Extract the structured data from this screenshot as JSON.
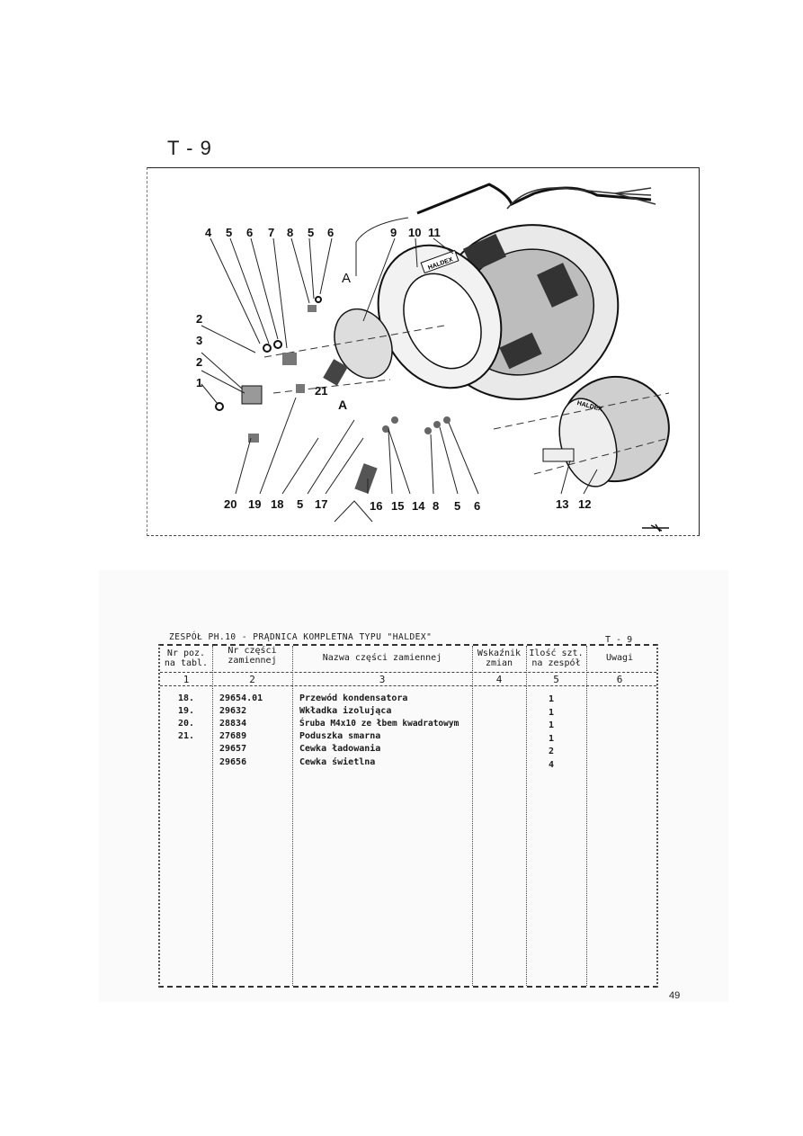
{
  "plate_code": "T - 9",
  "diagram": {
    "callouts_top": [
      "4",
      "5",
      "6",
      "7",
      "8",
      "5",
      "6",
      "9",
      "10",
      "11"
    ],
    "callouts_left": [
      "2",
      "3",
      "2",
      "1"
    ],
    "callouts_bottom": [
      "20",
      "19",
      "18",
      "5",
      "17",
      "16",
      "15",
      "14",
      "8",
      "5",
      "6",
      "13",
      "12"
    ],
    "view_label_1": "A",
    "view_label_2": "A",
    "view_label_3": "21",
    "nameplate_text": "HALDEX"
  },
  "table": {
    "title": "ZESPÓŁ PH.10 - PRĄDNICA KOMPLETNA TYPU \"HALDEX\"",
    "code": "T - 9",
    "headers": [
      {
        "line1": "Nr poz.",
        "line2": "na tabl."
      },
      {
        "line1": "Nr części",
        "line2": "zamiennej"
      },
      {
        "line1": "Nazwa części zamiennej",
        "line2": ""
      },
      {
        "line1": "Wskaźnik",
        "line2": "zmian"
      },
      {
        "line1": "Ilość szt.",
        "line2": "na zespół"
      },
      {
        "line1": "Uwagi",
        "line2": ""
      }
    ],
    "column_numbers": [
      "1",
      "2",
      "3",
      "4",
      "5",
      "6"
    ],
    "rows": [
      {
        "pos": "18.",
        "part": "29654.01",
        "name": "Przewód kondensatora",
        "change": "",
        "qty": "1",
        "notes": ""
      },
      {
        "pos": "19.",
        "part": "29632",
        "name": "Wkładka izolująca",
        "change": "",
        "qty": "1",
        "notes": ""
      },
      {
        "pos": "20.",
        "part": "28834",
        "name": "Śruba M4x10 ze łbem kwadratowym",
        "change": "",
        "qty": "1",
        "notes": ""
      },
      {
        "pos": "21.",
        "part": "27689",
        "name": "Poduszka smarna",
        "change": "",
        "qty": "1",
        "notes": ""
      },
      {
        "pos": "",
        "part": "29657",
        "name": "Cewka ładowania",
        "change": "",
        "qty": "2",
        "notes": ""
      },
      {
        "pos": "",
        "part": "29656",
        "name": "Cewka świetlna",
        "change": "",
        "qty": "4",
        "notes": ""
      }
    ]
  },
  "page_number": "49"
}
